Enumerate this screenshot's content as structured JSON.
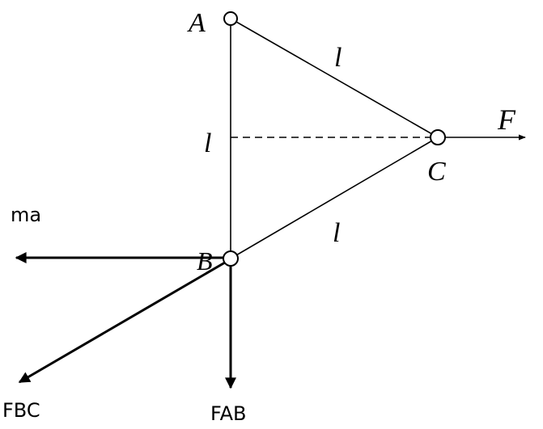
{
  "diagram": {
    "points": {
      "a": "A",
      "b": "B",
      "c": "C"
    },
    "length_labels": {
      "ac": "l",
      "ab": "l",
      "bc": "l"
    },
    "forces": {
      "applied": "F",
      "inertial": "ma",
      "bc_reaction": "FBC",
      "ab_reaction": "FAB"
    }
  }
}
